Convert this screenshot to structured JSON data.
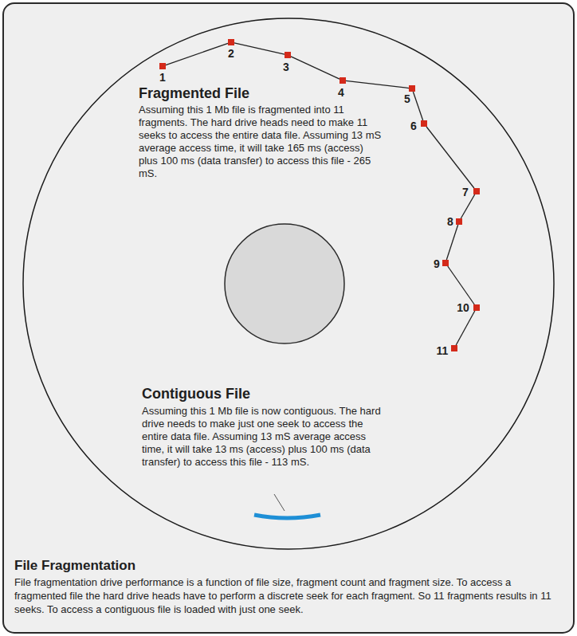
{
  "diagram": {
    "title": "File Fragmentation",
    "caption": "File fragmentation drive performance is a function of file size, fragment count and fragment size. To access a fragmented file the hard drive heads have to perform a discrete seek for each fragment. So 11 fragments results in 11 seeks. To access a contiguous file is loaded with just one seek.",
    "nodes": [
      {
        "text": [
          "Fragmented File",
          "Assuming this 1 Mb file is fragmented into 11 fragments. The hard drive heads need to make 11 seeks to access the entire data file. Assuming 13 mS average access time, it will take 165 ms (access) plus 100 ms (data transfer) to access this file - 265 mS.",
          "Contiguous File",
          "Assuming this 1 Mb file is now contiguous. The hard drive needs to make just one seek to access the entire data file. Assuming 13 mS average access time, it will take 13 ms (access) plus 100 ms (data transfer) to access this file - 113 mS."
        ]
      },
      {
        "text": [
          "1"
        ],
        "in": 0
      },
      {
        "text": [
          "2"
        ],
        "in": 0
      },
      {
        "text": [
          "3"
        ],
        "in": 0
      },
      {
        "text": [
          "4"
        ],
        "in": 0
      },
      {
        "text": [
          "5"
        ],
        "in": 0
      },
      {
        "text": [
          "6"
        ],
        "in": 0
      },
      {
        "text": [
          "7"
        ],
        "in": 0
      },
      {
        "text": [
          "8"
        ],
        "in": 0
      },
      {
        "text": [
          "9"
        ],
        "in": 0
      },
      {
        "text": [
          "10"
        ],
        "in": 0
      },
      {
        "text": [
          "11"
        ],
        "in": 0
      }
    ],
    "edges": [
      {
        "from": 1,
        "to": 2,
        "arrow": "none"
      },
      {
        "from": 2,
        "to": 3,
        "arrow": "none"
      },
      {
        "from": 3,
        "to": 4,
        "arrow": "none"
      },
      {
        "from": 4,
        "to": 5,
        "arrow": "none"
      },
      {
        "from": 5,
        "to": 6,
        "arrow": "none"
      },
      {
        "from": 6,
        "to": 7,
        "arrow": "none"
      },
      {
        "from": 7,
        "to": 8,
        "arrow": "none"
      },
      {
        "from": 8,
        "to": 9,
        "arrow": "none"
      },
      {
        "from": 9,
        "to": 10,
        "arrow": "none"
      },
      {
        "from": 10,
        "to": 11,
        "arrow": "none"
      }
    ]
  }
}
